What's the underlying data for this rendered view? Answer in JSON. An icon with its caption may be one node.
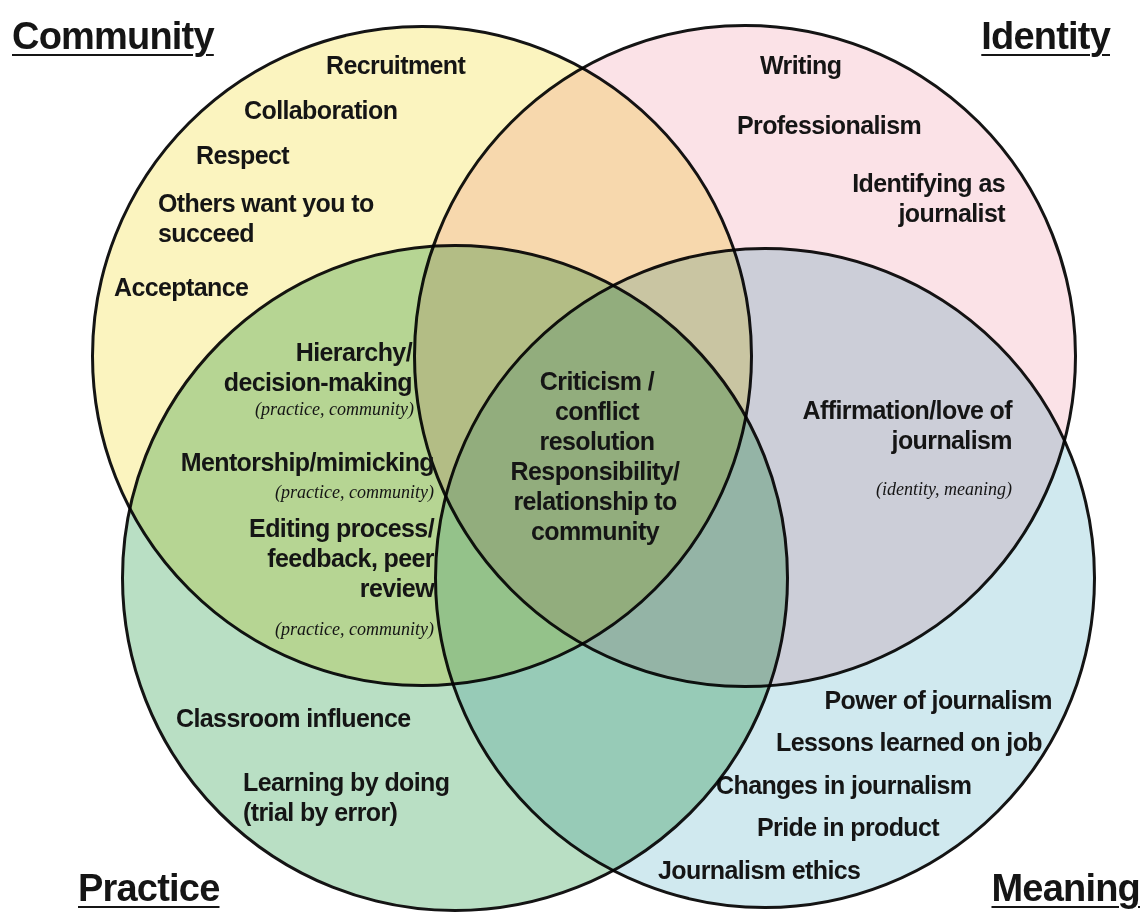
{
  "diagram": {
    "nodes": [
      {
        "text": [
          "Community",
          "Recruitment",
          "Collaboration",
          "Respect",
          "Others want you to succeed",
          "Acceptance"
        ]
      },
      {
        "text": [
          "Identity",
          "Writing",
          "Professionalism",
          "Identifying as journalist"
        ]
      },
      {
        "text": [
          "Classroom influence",
          "Learning by doing (trial by error)",
          "Practice"
        ]
      },
      {
        "text": [
          "Power of journalism",
          "Lessons learned on job",
          "Changes in journalism",
          "Pride in product",
          "Journalism ethics",
          "Meaning"
        ]
      }
    ],
    "labels": [
      "Hierarchy/ decision-making",
      "(practice, community)",
      "Criticism / conflict resolution",
      "Affirmation/love of journalism",
      "Mentorship/mimicking",
      "(practice, community)",
      "Responsibility/ relationship to community",
      "(identity, meaning)",
      "Editing process/ feedback, peer review",
      "(practice, community)"
    ]
  }
}
